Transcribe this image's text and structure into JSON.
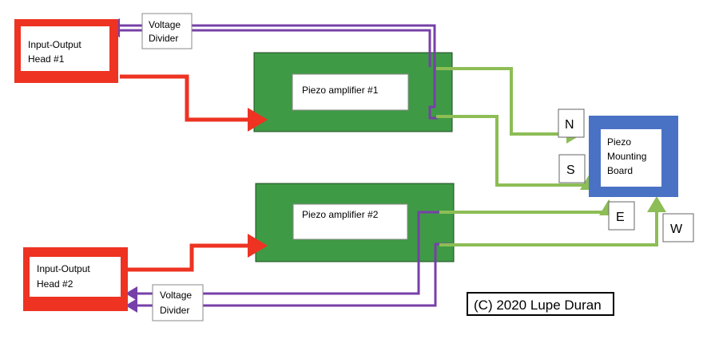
{
  "nodes": {
    "io_head_1": {
      "line1": "Input-Output",
      "line2": "Head #1"
    },
    "io_head_2": {
      "line1": "Input-Output",
      "line2": "Head #2"
    },
    "voltage_divider_1": {
      "line1": "Voltage",
      "line2": "Divider"
    },
    "voltage_divider_2": {
      "line1": "Voltage",
      "line2": "Divider"
    },
    "piezo_amplifier_1": {
      "label": "Piezo amplifier #1"
    },
    "piezo_amplifier_2": {
      "label": "Piezo amplifier #2"
    },
    "mounting_board": {
      "line1": "Piezo",
      "line2": "Mounting",
      "line3": "Board"
    }
  },
  "directions": {
    "n": "N",
    "s": "S",
    "e": "E",
    "w": "W"
  },
  "copyright": "(C) 2020 Lupe Duran",
  "colors": {
    "red": "#ee3322",
    "amp_green": "#3f9a45",
    "wire_green": "#8dbd55",
    "purple": "#7740a8",
    "board_blue": "#4a72c4"
  }
}
